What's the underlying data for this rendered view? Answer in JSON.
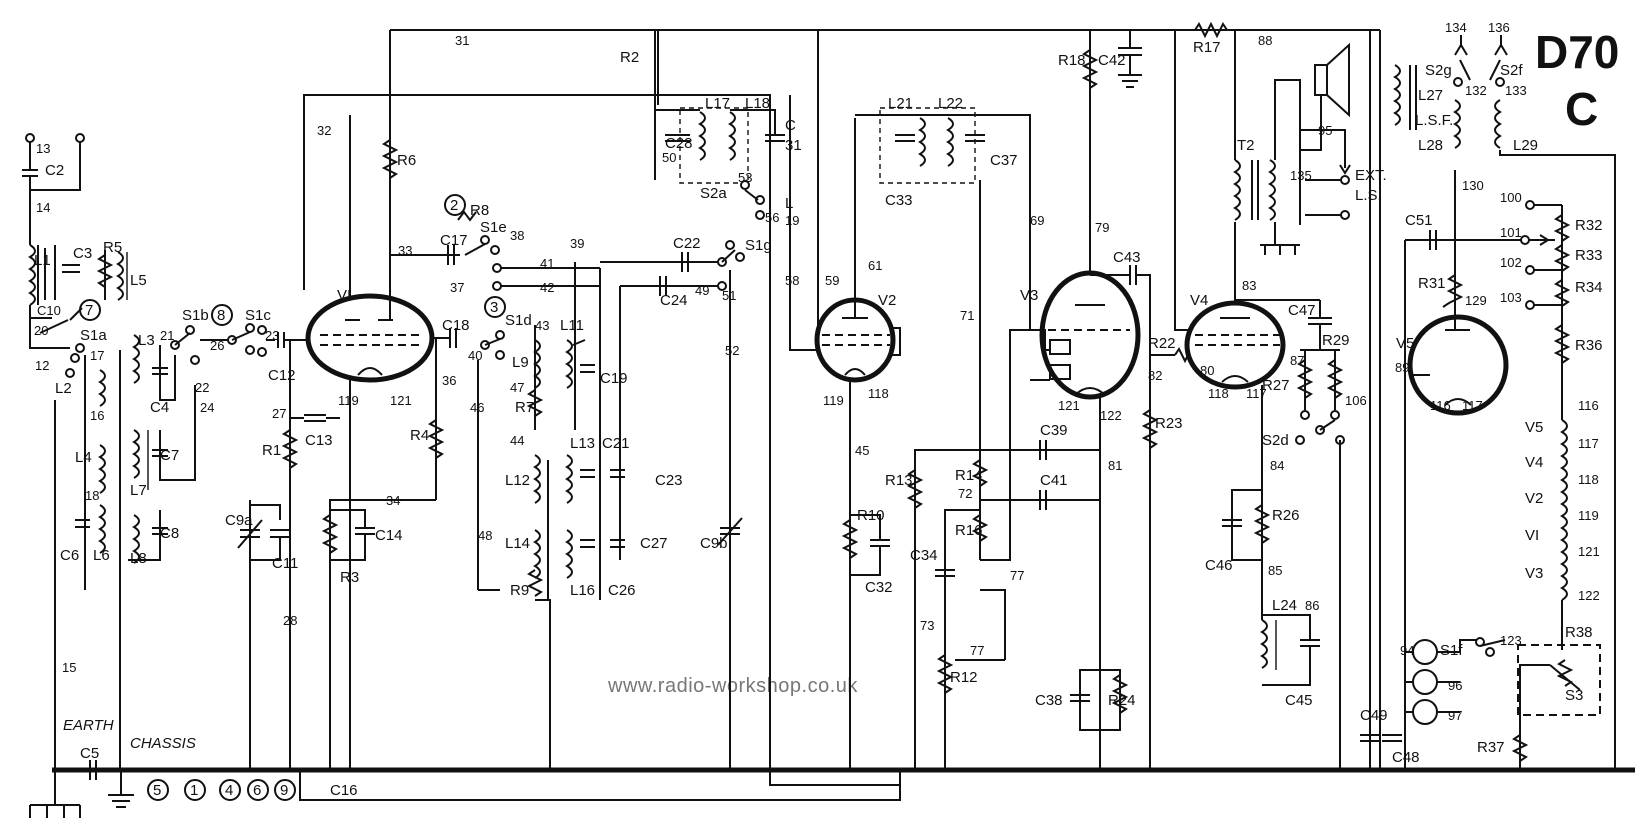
{
  "title": {
    "model": "D70",
    "variant": "C"
  },
  "watermark": "www.radio-workshop.co.uk",
  "bus_labels": {
    "earth": "EARTH",
    "chassis": "CHASSIS"
  },
  "valves": [
    {
      "id": "V1",
      "label": "VI",
      "pins": [
        "119",
        "121"
      ]
    },
    {
      "id": "V2",
      "label": "V2",
      "pins": [
        "119",
        "118"
      ]
    },
    {
      "id": "V3",
      "label": "V3",
      "pins": [
        "121",
        "122"
      ]
    },
    {
      "id": "V4",
      "label": "V4",
      "pins": [
        "118",
        "117"
      ]
    },
    {
      "id": "V5",
      "label": "V5",
      "pins": [
        "116",
        "117"
      ]
    }
  ],
  "bus_terminals": [
    "5",
    "1",
    "4",
    "6",
    "9"
  ],
  "switch_markers": [
    "7",
    "8",
    "2",
    "3"
  ],
  "heater_chain": [
    "V5",
    "V4",
    "V2",
    "VI",
    "V3"
  ],
  "heater_numbers": [
    "116",
    "117",
    "118",
    "119",
    "121",
    "122"
  ],
  "output": {
    "ext": "EXT.",
    "ls": "L.S.",
    "lsf": "L.S.F.",
    "transformer": "T2"
  },
  "labels": {
    "l_13": "13",
    "l_c2": "C2",
    "l_14": "14",
    "l_l1": "L1",
    "l_c3": "C3",
    "l_r5": "R5",
    "l_l5": "L5",
    "l_c10": "C10",
    "l_20": "20",
    "l_s1a": "S1a",
    "l_12": "12",
    "l_17": "17",
    "l_l2": "L2",
    "l_16": "16",
    "l_l4": "L4",
    "l_18": "18",
    "l_c6": "C6",
    "l_l6": "L6",
    "l_15": "15",
    "l_l3": "L3",
    "l_21": "21",
    "l_c4": "C4",
    "l_22": "22",
    "l_24": "24",
    "l_c7": "C7",
    "l_l7": "L7",
    "l_c8": "C8",
    "l_l8": "L8",
    "l_s1b": "S1b",
    "l_s1c": "S1c",
    "l_26": "26",
    "l_23": "23",
    "l_c12": "C12",
    "l_c9a": "C9a",
    "l_c11": "C11",
    "l_27": "27",
    "l_r1": "R1",
    "l_c13": "C13",
    "l_28": "28",
    "l_c5": "C5",
    "l_32": "32",
    "l_31": "31",
    "l_r2": "R2",
    "l_r6": "R6",
    "l_33": "33",
    "l_36": "36",
    "l_r4": "R4",
    "l_34": "34",
    "l_c14": "C14",
    "l_r3": "R3",
    "l_c16": "C16",
    "l_r8": "R8",
    "l_s1e": "S1e",
    "l_38": "38",
    "l_c17": "C17",
    "l_37": "37",
    "l_39": "39",
    "l_41": "41",
    "l_42": "42",
    "l_c22": "C22",
    "l_s1g": "S1g",
    "l_c24": "C24",
    "l_49": "49",
    "l_51": "51",
    "l_c18": "C18",
    "l_40": "40",
    "l_s1d": "S1d",
    "l_43": "43",
    "l_46": "46",
    "l_l9": "L9",
    "l_47": "47",
    "l_r7": "R7",
    "l_l11": "L11",
    "l_c19": "C19",
    "l_44": "44",
    "l_l12": "L12",
    "l_l13": "L13",
    "l_c21": "C21",
    "l_c23": "C23",
    "l_48": "48",
    "l_l14": "L14",
    "l_r9": "R9",
    "l_l16": "L16",
    "l_c26": "C26",
    "l_c27": "C27",
    "l_c9b": "C9b",
    "l_52": "52",
    "l_l17": "L17",
    "l_l18": "L18",
    "l_c28": "C28",
    "l_50": "50",
    "l_c31": "C",
    "l_c31b": "31",
    "l_53": "53",
    "l_s2a": "S2a",
    "l_56": "56",
    "l_l": "L",
    "l_19": "19",
    "l_58": "58",
    "l_59": "59",
    "l_61": "61",
    "l_45": "45",
    "l_r10": "R10",
    "l_c32": "C32",
    "l_l21": "L21",
    "l_l22": "L22",
    "l_c33": "C33",
    "l_c37": "C37",
    "l_69": "69",
    "l_71": "71",
    "l_r13": "R13",
    "l_r14": "R14",
    "l_72": "72",
    "l_r16": "R16",
    "l_c34": "C34",
    "l_73": "73",
    "l_r12": "R12",
    "l_77": "77",
    "l_77b": "77",
    "l_c39": "C39",
    "l_c41": "C41",
    "l_81": "81",
    "l_c38": "C38",
    "l_r24": "R24",
    "l_r18": "R18",
    "l_c42": "C42",
    "l_r17": "R17",
    "l_88": "88",
    "l_79": "79",
    "l_c43": "C43",
    "l_r22": "R22",
    "l_80": "80",
    "l_82": "82",
    "l_r23": "R23",
    "l_95": "95",
    "l_135": "135",
    "l_83": "83",
    "l_c47": "C47",
    "l_r29": "R29",
    "l_87": "87",
    "l_r27": "R27",
    "l_106": "106",
    "l_s2d": "S2d",
    "l_84": "84",
    "l_r26": "R26",
    "l_c46": "C46",
    "l_85": "85",
    "l_l24": "L24",
    "l_86": "86",
    "l_c45": "C45",
    "l_134": "134",
    "l_136": "136",
    "l_s2g": "S2g",
    "l_s2f": "S2f",
    "l_l27": "L27",
    "l_132": "132",
    "l_133": "133",
    "l_l28": "L28",
    "l_l29": "L29",
    "l_130": "130",
    "l_c51": "C51",
    "l_r31": "R31",
    "l_129": "129",
    "l_89": "89",
    "l_100": "100",
    "l_101": "101",
    "l_102": "102",
    "l_103": "103",
    "l_r32": "R32",
    "l_r33": "R33",
    "l_r34": "R34",
    "l_r36": "R36",
    "l_94": "94",
    "l_s1f": "S1f",
    "l_123": "123",
    "l_96": "96",
    "l_97": "97",
    "l_r38": "R38",
    "l_s3": "S3",
    "l_r37": "R37",
    "l_c49": "C49",
    "l_c48": "C48"
  }
}
